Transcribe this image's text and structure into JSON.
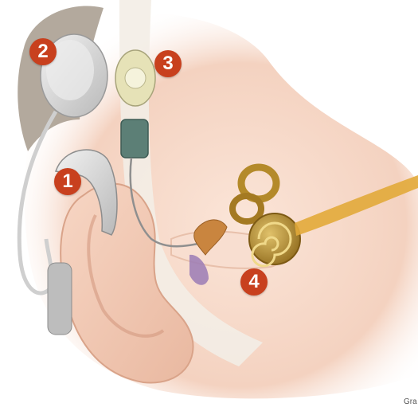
{
  "labels": {
    "one": "1",
    "two": "2",
    "three": "3",
    "four": "4"
  },
  "credit": "Gra",
  "colors": {
    "badge": "#c8401e",
    "skin": "#f6d9c9",
    "bone": "#f3ede6",
    "cochlea": "#b48a2a",
    "nerve": "#e2aa3a",
    "device": "#d9d9d9"
  }
}
